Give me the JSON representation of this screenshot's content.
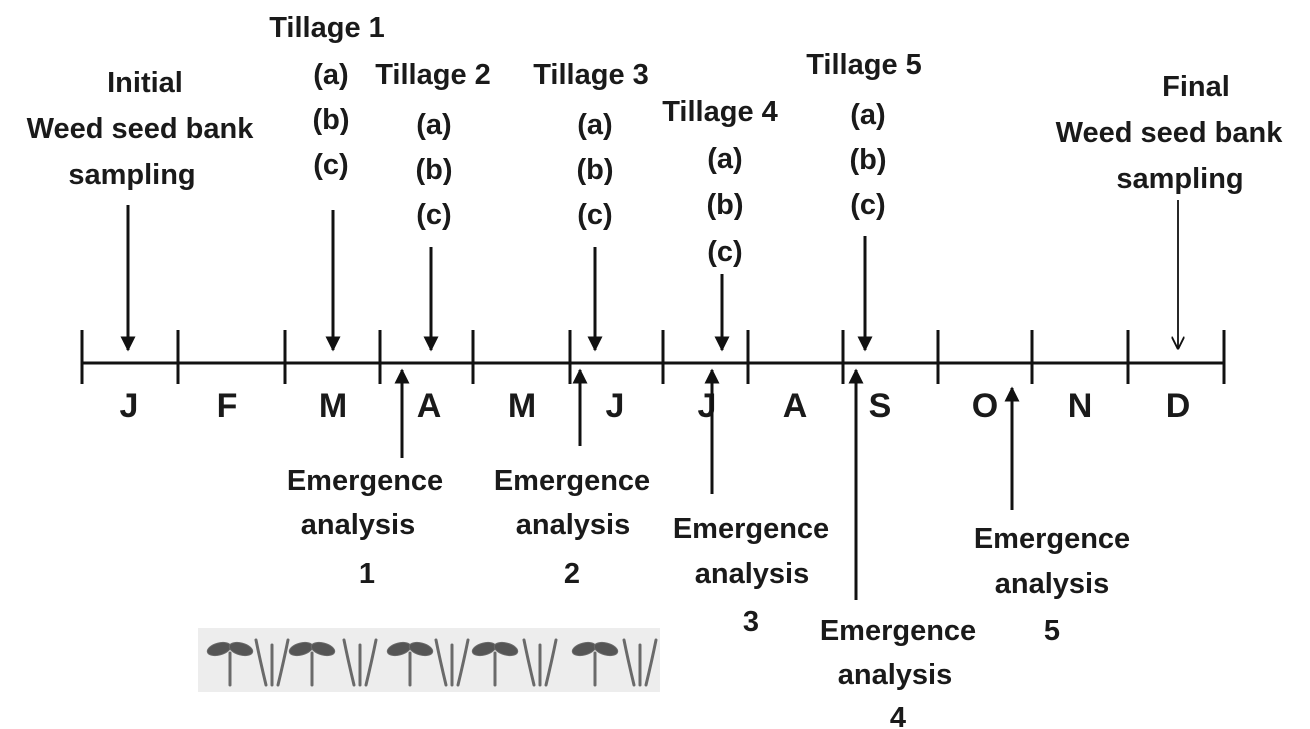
{
  "months": [
    "J",
    "F",
    "M",
    "A",
    "M",
    "J",
    "J",
    "A",
    "S",
    "O",
    "N",
    "D"
  ],
  "initial_sampling": [
    "Initial",
    "Weed seed bank",
    "sampling"
  ],
  "final_sampling": [
    "Final",
    "Weed seed bank",
    "sampling"
  ],
  "tillage_events": [
    {
      "title": "Tillage 1",
      "options": [
        "(a)",
        "(b)",
        "(c)"
      ]
    },
    {
      "title": "Tillage 2",
      "options": [
        "(a)",
        "(b)",
        "(c)"
      ]
    },
    {
      "title": "Tillage 3",
      "options": [
        "(a)",
        "(b)",
        "(c)"
      ]
    },
    {
      "title": "Tillage 4",
      "options": [
        "(a)",
        "(b)",
        "(c)"
      ]
    },
    {
      "title": "Tillage 5",
      "options": [
        "(a)",
        "(b)",
        "(c)"
      ]
    }
  ],
  "emergence_events": [
    {
      "lines": [
        "Emergence",
        "analysis",
        "1"
      ]
    },
    {
      "lines": [
        "Emergence",
        "analysis",
        "2"
      ]
    },
    {
      "lines": [
        "Emergence",
        "analysis",
        "3"
      ]
    },
    {
      "lines": [
        "Emergence",
        "analysis",
        "4"
      ]
    },
    {
      "lines": [
        "Emergence",
        "analysis",
        "5"
      ]
    }
  ],
  "seedlings_image": "seedlings-icon"
}
